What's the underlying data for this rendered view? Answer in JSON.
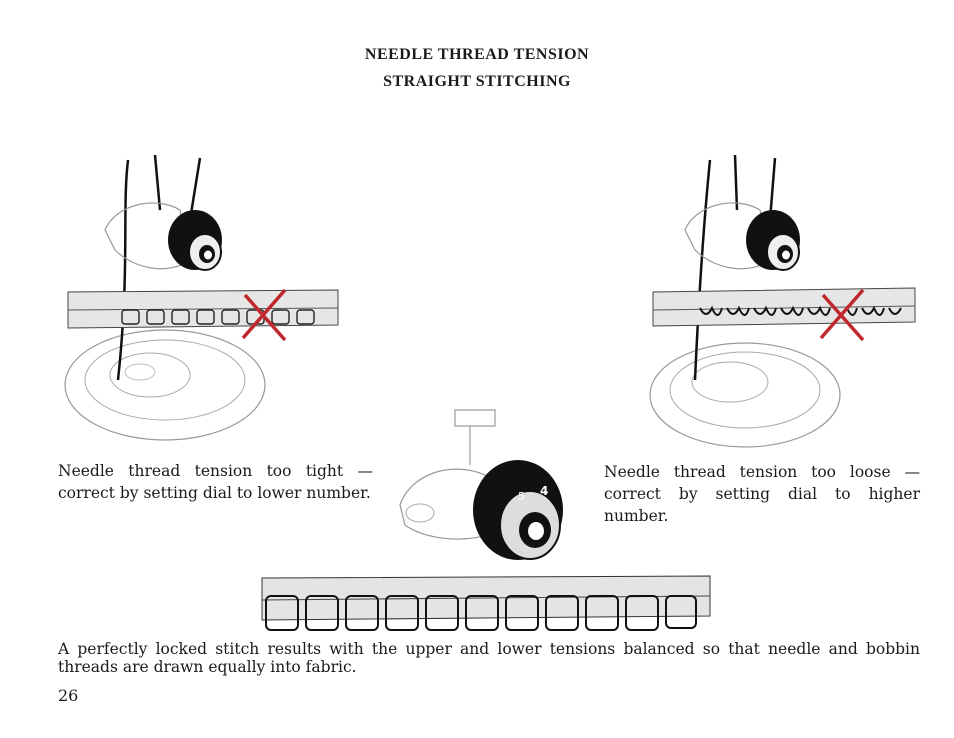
{
  "heading": {
    "line1": "NEEDLE THREAD TENSION",
    "line2": "STRAIGHT STITCHING"
  },
  "captions": {
    "tight": "Needle thread tension too tight — correct by setting dial to lower number.",
    "loose": "Needle thread tension too loose — correct by setting dial to higher number.",
    "balanced": "A perfectly locked stitch results with the upper and lower tensions balanced so that needle and bobbin threads are drawn equally into fabric."
  },
  "page_number": "26"
}
